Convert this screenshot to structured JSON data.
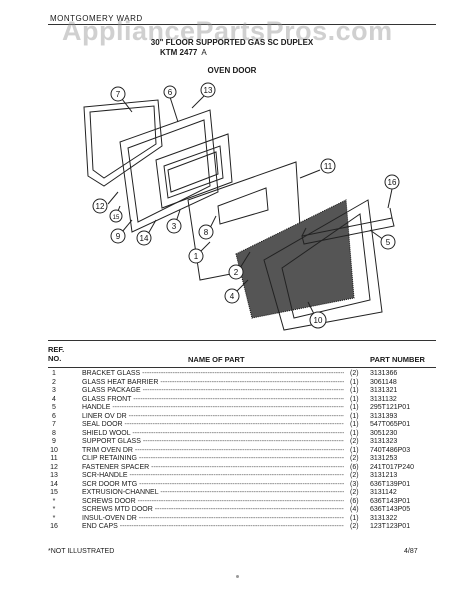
{
  "header": {
    "brand": "MONTGOMERY WARD",
    "watermark": "AppliancePartsPros.com",
    "title_line1": "30\" FLOOR SUPPORTED GAS SC DUPLEX",
    "model": "KTM 2477",
    "revision": "A",
    "section": "OVEN DOOR"
  },
  "diagram": {
    "callouts": [
      "1",
      "2",
      "3",
      "4",
      "5",
      "6",
      "7",
      "8",
      "9",
      "10",
      "11",
      "12",
      "13",
      "14",
      "15",
      "16"
    ]
  },
  "table": {
    "columns": {
      "ref": "REF.\nNO.",
      "name": "NAME OF PART",
      "number": "PART NUMBER"
    },
    "rows": [
      {
        "ref": "1",
        "name": "BRACKET GLASS",
        "qty": "(2)",
        "part": "3131366"
      },
      {
        "ref": "2",
        "name": "GLASS HEAT BARRIER",
        "qty": "(1)",
        "part": "3061148"
      },
      {
        "ref": "3",
        "name": "GLASS PACKAGE",
        "qty": "(1)",
        "part": "3131321"
      },
      {
        "ref": "4",
        "name": "GLASS FRONT",
        "qty": "(1)",
        "part": "3131132"
      },
      {
        "ref": "5",
        "name": "HANDLE",
        "qty": "(1)",
        "part": "295T121P01"
      },
      {
        "ref": "6",
        "name": "LINER OV DR",
        "qty": "(1)",
        "part": "3131393"
      },
      {
        "ref": "7",
        "name": "SEAL DOOR",
        "qty": "(1)",
        "part": "547T065P01"
      },
      {
        "ref": "8",
        "name": "SHIELD WOOL",
        "qty": "(1)",
        "part": "3051230"
      },
      {
        "ref": "9",
        "name": "SUPPORT GLASS",
        "qty": "(2)",
        "part": "3131323"
      },
      {
        "ref": "10",
        "name": "TRIM OVEN DR",
        "qty": "(1)",
        "part": "740T486P03"
      },
      {
        "ref": "11",
        "name": "CLIP RETAINING",
        "qty": "(2)",
        "part": "3131253"
      },
      {
        "ref": "12",
        "name": "FASTENER SPACER",
        "qty": "(6)",
        "part": "241T017P240"
      },
      {
        "ref": "13",
        "name": "SCR-HANDLE",
        "qty": "(2)",
        "part": "3131213"
      },
      {
        "ref": "14",
        "name": "SCR DOOR MTG",
        "qty": "(3)",
        "part": "636T139P01"
      },
      {
        "ref": "15",
        "name": "EXTRUSION-CHANNEL",
        "qty": "(2)",
        "part": "3131142"
      },
      {
        "ref": "*",
        "name": "SCREWS DOOR",
        "qty": "(6)",
        "part": "636T143P01"
      },
      {
        "ref": "*",
        "name": "SCREWS MTD DOOR",
        "qty": "(4)",
        "part": "636T143P05"
      },
      {
        "ref": "*",
        "name": "INSUL-OVEN DR",
        "qty": "(1)",
        "part": "3131322"
      },
      {
        "ref": "16",
        "name": "END CAPS",
        "qty": "(2)",
        "part": "123T123P01"
      }
    ]
  },
  "footer": {
    "note": "*NOT ILLUSTRATED",
    "date": "4/87"
  }
}
